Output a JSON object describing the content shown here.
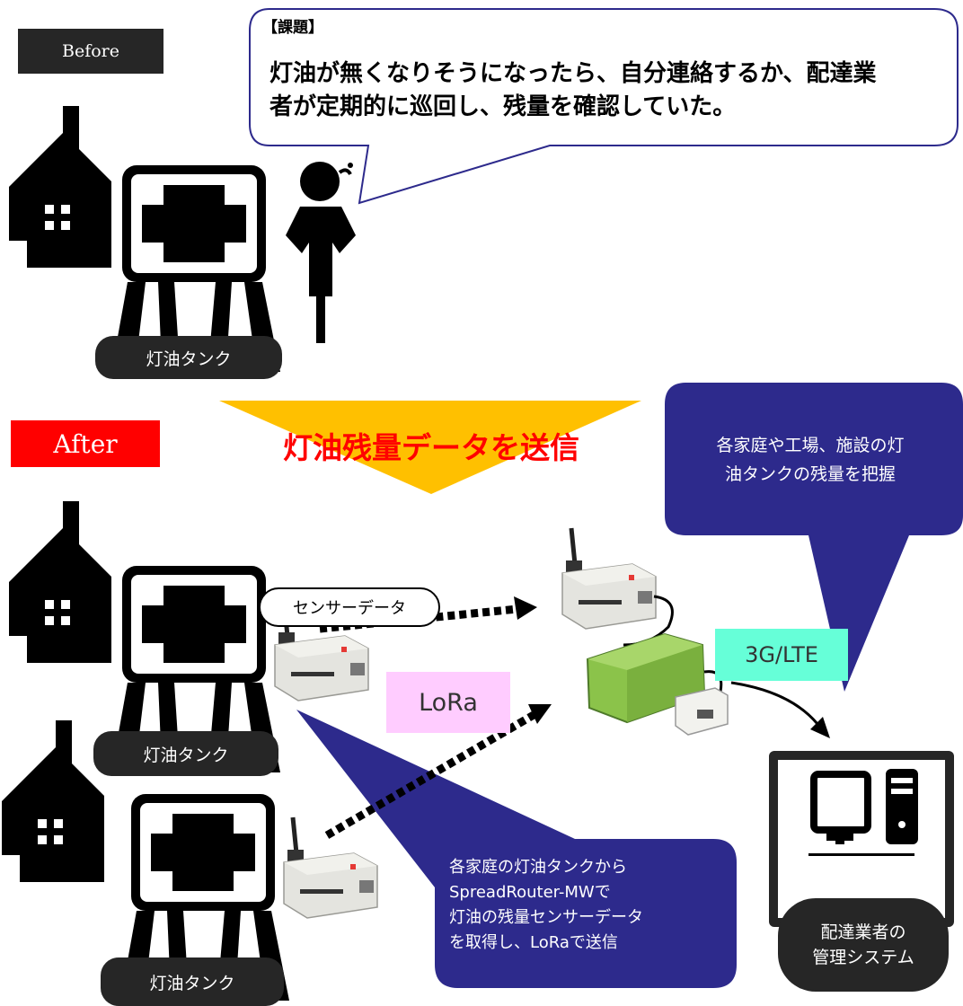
{
  "before_label": "Before",
  "after_label": "After",
  "issue_bubble": {
    "heading": "【課題】",
    "lines": [
      "灯油が無くなりそうになったら、自分連絡するか、配達業",
      "者が定期的に巡回し、残量を確認していた。"
    ]
  },
  "tank_label": "灯油タンク",
  "transmit_label": "灯油残量データを送信",
  "sensor_data_label": "センサーデータ",
  "lora_label": "LoRa",
  "lte_label": "3G/LTE",
  "top_note": {
    "lines": [
      "各家庭や工場、施設の灯",
      "油タンクの残量を把握"
    ]
  },
  "bottom_note": {
    "lines": [
      "各家庭の灯油タンクから",
      "SpreadRouter-MWで",
      "灯油の残量センサーデータ",
      "を取得し、LoRaで送信"
    ]
  },
  "management": {
    "lines": [
      "配達業者の",
      "管理システム"
    ]
  },
  "colors": {
    "navy": "#2d2a8c",
    "arrow_gold": "#ffc000",
    "after_red": "#ff0000",
    "lora_pink": "#ffccff",
    "lte_teal": "#66ffd8",
    "router_green": "#8bc34a",
    "device_gray": "#e6e6e2"
  }
}
